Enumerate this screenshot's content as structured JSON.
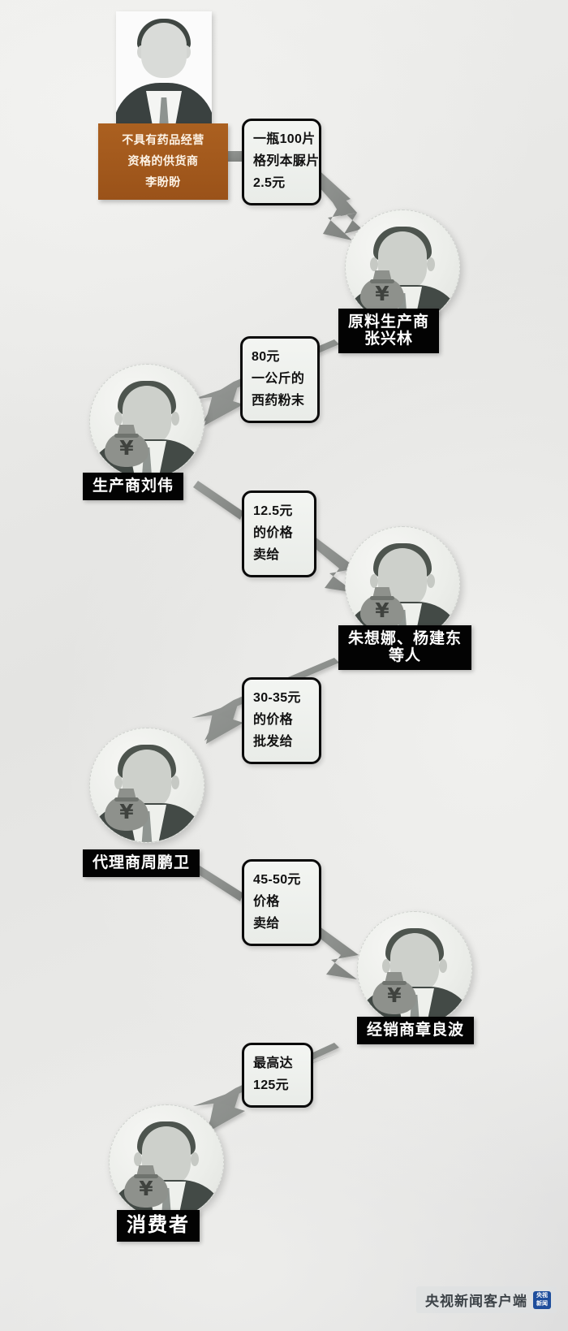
{
  "title": "药品供货链条流程图",
  "source_watermark": {
    "text": "央视新闻客户端",
    "logo_line1": "央视",
    "logo_line2": "新闻",
    "logo_color": "#1f4e9c"
  },
  "colors": {
    "supplier_label_bg": "#a1571c",
    "node_label_bg": "#030303",
    "price_box_bg": "#eef1ee",
    "price_box_border": "#0a0a0a",
    "arrow": "#8a8d8a",
    "background": "#e8e8e6"
  },
  "nodes": [
    {
      "id": "supplier",
      "type": "photo",
      "label_lines": [
        "不具有药品经营",
        "资格的供货商",
        "李盼盼"
      ],
      "icon": "portrait-photo"
    },
    {
      "id": "raw-producer",
      "type": "avatar",
      "label_lines": [
        "原料生产商",
        "张兴林"
      ],
      "icon": "money-bag-icon",
      "currency_symbol": "¥"
    },
    {
      "id": "producer",
      "type": "avatar",
      "label_lines": [
        "生产商刘伟"
      ],
      "icon": "money-bag-icon",
      "currency_symbol": "¥"
    },
    {
      "id": "wholesalers",
      "type": "avatar",
      "label_lines": [
        "朱想娜、杨建东",
        "等人"
      ],
      "icon": "money-bag-icon",
      "currency_symbol": "¥"
    },
    {
      "id": "agent",
      "type": "avatar",
      "label_lines": [
        "代理商周鹏卫"
      ],
      "icon": "money-bag-icon",
      "currency_symbol": "¥"
    },
    {
      "id": "distributor",
      "type": "avatar",
      "label_lines": [
        "经销商章良波"
      ],
      "icon": "money-bag-icon",
      "currency_symbol": "¥"
    },
    {
      "id": "consumer",
      "type": "avatar",
      "label_lines": [
        "消费者"
      ],
      "icon": "money-bag-icon",
      "currency_symbol": "¥"
    }
  ],
  "flows": [
    {
      "id": "flow-1",
      "from": "supplier",
      "to": "raw-producer",
      "lines": [
        "一瓶100片",
        "格列本脲片",
        "2.5元"
      ],
      "price": "2.5元",
      "unit": "一瓶100片格列本脲片"
    },
    {
      "id": "flow-2",
      "from": "raw-producer",
      "to": "producer",
      "lines": [
        "80元",
        "一公斤的",
        "西药粉末"
      ],
      "price": "80元",
      "unit": "一公斤西药粉末"
    },
    {
      "id": "flow-3",
      "from": "producer",
      "to": "wholesalers",
      "lines": [
        "12.5元",
        "的价格",
        "卖给"
      ],
      "price": "12.5元",
      "unit": ""
    },
    {
      "id": "flow-4",
      "from": "wholesalers",
      "to": "agent",
      "lines": [
        "30-35元",
        "的价格",
        "批发给"
      ],
      "price": "30-35元",
      "unit": ""
    },
    {
      "id": "flow-5",
      "from": "agent",
      "to": "distributor",
      "lines": [
        "45-50元",
        "价格",
        "卖给"
      ],
      "price": "45-50元",
      "unit": ""
    },
    {
      "id": "flow-6",
      "from": "distributor",
      "to": "consumer",
      "lines": [
        "最高达",
        "125元"
      ],
      "price": "125元",
      "unit": "最高达"
    }
  ]
}
